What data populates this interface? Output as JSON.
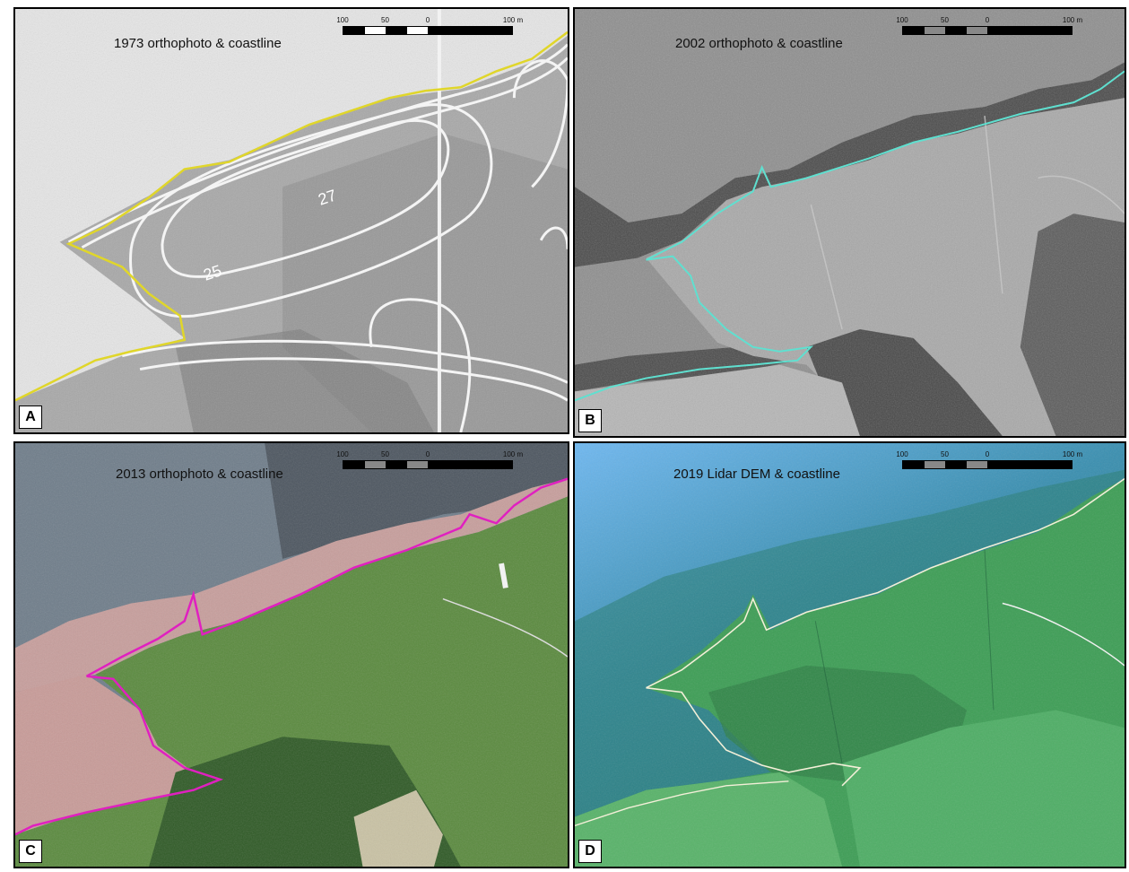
{
  "panels": [
    {
      "id": "A",
      "title": "1973 orthophoto & coastline",
      "letter": "A",
      "coastline_color": "#e0d62a"
    },
    {
      "id": "B",
      "title": "2002 orthophoto & coastline",
      "letter": "B",
      "coastline_color": "#5fe0d0"
    },
    {
      "id": "C",
      "title": "2013 orthophoto & coastline",
      "letter": "C",
      "coastline_color": "#e020c0"
    },
    {
      "id": "D",
      "title": "2019 Lidar DEM & coastline",
      "letter": "D",
      "coastline_color": "#f3efd8"
    }
  ],
  "scale": {
    "left_label": "100",
    "mid_label": "50",
    "zero_label": "0",
    "right_label": "100 m"
  },
  "contours": {
    "label_27": "27",
    "label_25": "25"
  }
}
